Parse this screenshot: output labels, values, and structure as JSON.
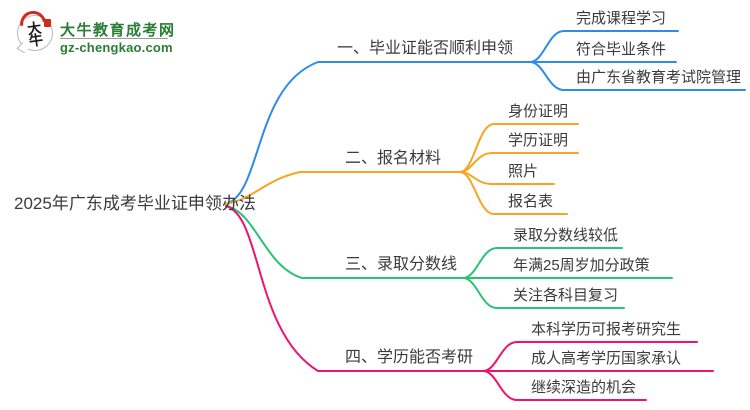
{
  "logo": {
    "icon_text": "大牛",
    "site_name": "大牛教育成考网",
    "site_url": "gz-chengkao.com"
  },
  "colors": {
    "branch1_blue": "#2E8BE8",
    "branch2_orange": "#F7A523",
    "branch3_green": "#2BC275",
    "branch4_pink": "#EE136F",
    "logo_green": "#2B7D35",
    "node_text": "#3B3B3B"
  },
  "mindmap": {
    "root": "2025年广东成考毕业证申领办法",
    "branches": [
      {
        "label": "一、毕业证能否顺利申领",
        "color": "#2E8BE8",
        "children": [
          "完成课程学习",
          "符合毕业条件",
          "由广东省教育考试院管理"
        ]
      },
      {
        "label": "二、报名材料",
        "color": "#F7A523",
        "children": [
          "身份证明",
          "学历证明",
          "照片",
          "报名表"
        ]
      },
      {
        "label": "三、录取分数线",
        "color": "#2BC275",
        "children": [
          "录取分数线较低",
          "年满25周岁加分政策",
          "关注各科目复习"
        ]
      },
      {
        "label": "四、学历能否考研",
        "color": "#EE136F",
        "children": [
          "本科学历可报考研究生",
          "成人高考学历国家承认",
          "继续深造的机会"
        ]
      }
    ]
  }
}
